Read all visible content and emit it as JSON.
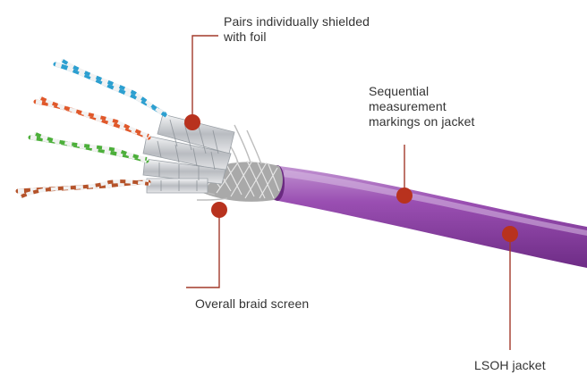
{
  "callouts": {
    "foil": {
      "label": "Pairs individually shielded\nwith foil"
    },
    "markings": {
      "label": "Sequential\nmeasurement\nmarkings on jacket"
    },
    "braid": {
      "label": "Overall braid screen"
    },
    "jacket": {
      "label": "LSOH jacket"
    }
  },
  "colors": {
    "jacket": "#8e3fa6",
    "jacket_highlight": "#b07ac4",
    "callout_dot": "#b8321e",
    "callout_line": "#a23a2a",
    "foil": "#c9ccd0",
    "braid": "#b5b5b5",
    "wire_blue": "#2c9fd0",
    "wire_orange": "#e0582a",
    "wire_green": "#4caf3a",
    "wire_brown": "#b5532a",
    "wire_white": "#f2f2f2"
  }
}
